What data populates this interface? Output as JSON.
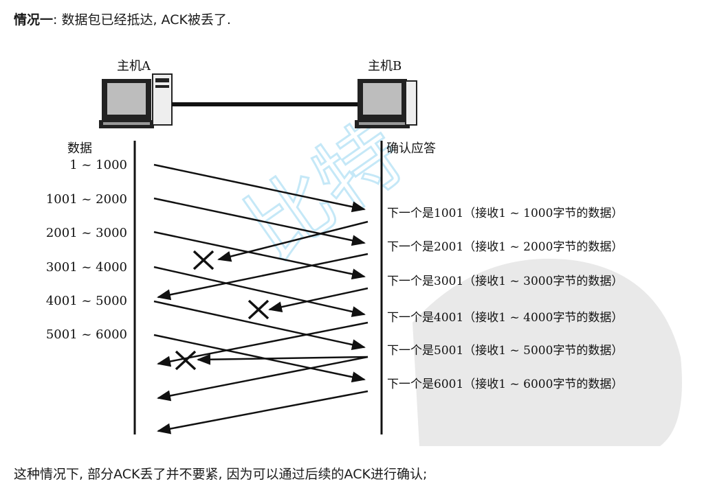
{
  "heading": {
    "bold": "情况一",
    "text": ": 数据包已经抵达, ACK被丢了."
  },
  "hosts": {
    "a_label": "主机A",
    "b_label": "主机B"
  },
  "columns": {
    "data_label": "数据",
    "ack_label": "确认应答"
  },
  "segments": [
    "1 ~ 1000",
    "1001 ~ 2000",
    "2001 ~ 3000",
    "3001 ~ 4000",
    "4001 ~ 5000",
    "5001 ~ 6000"
  ],
  "acks": [
    "下一个是1001（接收1 ~ 1000字节的数据）",
    "下一个是2001（接收1 ~ 2000字节的数据）",
    "下一个是3001（接收1 ~ 3000字节的数据）",
    "下一个是4001（接收1 ~ 4000字节的数据）",
    "下一个是5001（接收1 ~ 5000字节的数据）",
    "下一个是6001（接收1 ~ 6000字节的数据）"
  ],
  "lost_acks": [
    1,
    3,
    5
  ],
  "footer": "这种情况下, 部分ACK丢了并不要紧, 因为可以通过后续的ACK进行确认;",
  "colors": {
    "line": "#111111",
    "watermark": "#bfe6f7"
  }
}
